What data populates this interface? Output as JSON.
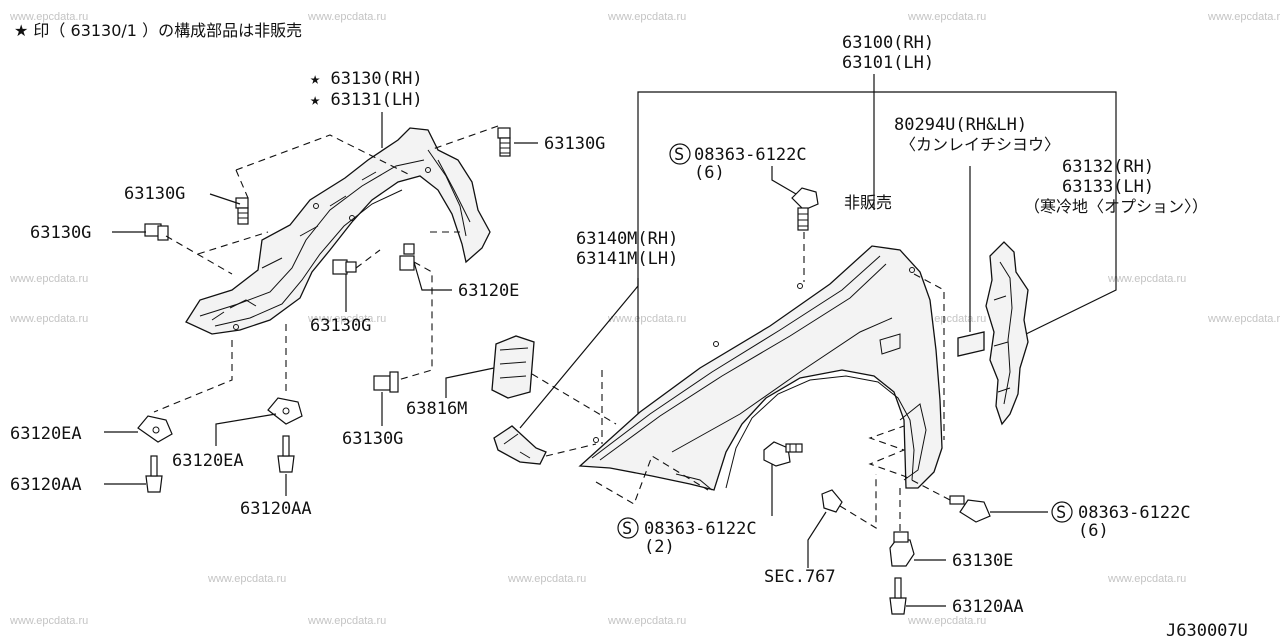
{
  "watermark": "www.epcdata.ru",
  "note": "★ 印（ 63130/1 ）の構成部品は非販売",
  "diagram_code": "J630007U",
  "labels": {
    "fender_rh": "63100(RH)",
    "fender_lh": "63101(LH)",
    "protector_rh": "★ 63130(RH)",
    "protector_lh": "★ 63131(LH)",
    "clip_g_top": "63130G",
    "clip_g_upper_left": "63130G",
    "clip_g_left": "63130G",
    "clip_g_mid": "63130G",
    "clip_g_bottom": "63130G",
    "nut_e_right": "63120E",
    "nut_ea_left": "63120EA",
    "nut_ea_mid": "63120EA",
    "screw_aa_left": "63120AA",
    "screw_aa_mid": "63120AA",
    "screw_aa_right": "63120AA",
    "bolt_top": "08363-6122C",
    "bolt_top_qty": "(6)",
    "bolt_bottom": "08363-6122C",
    "bolt_bottom_qty": "(2)",
    "bolt_right": "08363-6122C",
    "bolt_right_qty": "(6)",
    "bracket_rh": "63140M(RH)",
    "bracket_lh": "63141M(LH)",
    "not_for_sale": "非販売",
    "label_part": "80294U(RH&LH)",
    "label_desc": "〈カンレイチシヨウ〉",
    "cover_rh": "63132(RH)",
    "cover_lh": "63133(LH)",
    "cover_note": "（寒冷地〈オプション〉）",
    "seal": "63816M",
    "section": "SEC.767",
    "nut_e_lower": "63130E",
    "s_symbol": "S"
  }
}
